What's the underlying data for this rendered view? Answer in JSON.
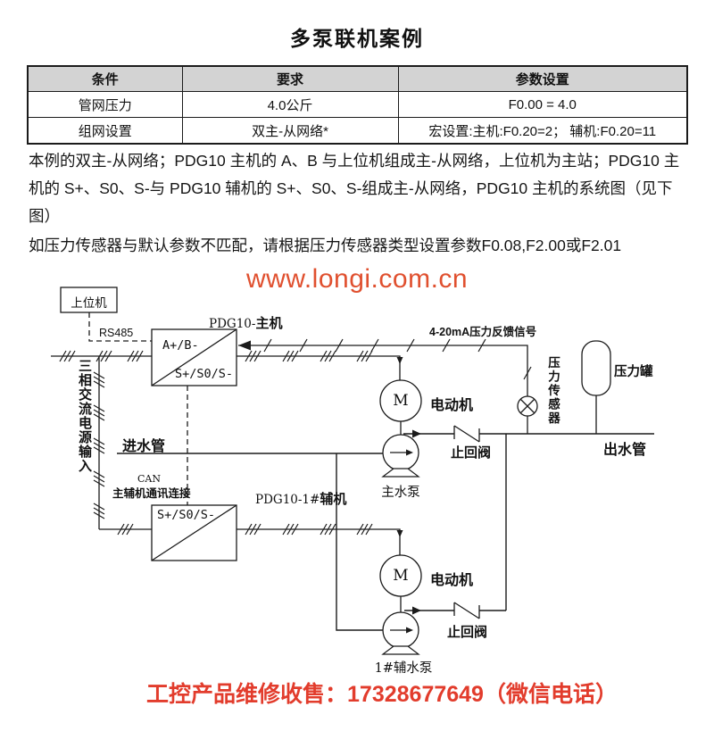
{
  "title": "多泵联机案例",
  "table": {
    "headers": [
      "条件",
      "要求",
      "参数设置"
    ],
    "rows": [
      [
        "管网压力",
        "4.0公斤",
        "F0.00 = 4.0"
      ],
      [
        "组网设置",
        "双主-从网络*",
        "宏设置:主机:F0.20=2； 辅机:F0.20=11"
      ]
    ]
  },
  "paragraphs": {
    "p1": "本例的双主-从网络；PDG10 主机的 A、B 与上位机组成主-从网络，上位机为主站；PDG10 主机的 S+、S0、S-与 PDG10 辅机的 S+、S0、S-组成主-从网络，PDG10 主机的系统图（见下图）",
    "p2": "如压力传感器与默认参数不匹配，请根据压力传感器类型设置参数F0.08,F2.00或F2.01"
  },
  "watermark": {
    "url": "www.longi.com.cn",
    "color": "#e0502f"
  },
  "footer": {
    "text": "工控产品维修收售：17328677649（微信电话）",
    "color": "#e23c2c"
  },
  "diagram": {
    "host_box": "上位机",
    "rs485": "RS485",
    "master_label_prefix": "PDG10-",
    "master_label_bold": "主机",
    "master_terminal_top": "A+/B-",
    "master_terminal_bottom": "S+/S0/S-",
    "aux_label_prefix": "PDG10-1#",
    "aux_label_bold": "辅机",
    "aux_terminal": "S+/S0/S-",
    "power_input": "三相交流电源输入",
    "feedback_signal": "4-20mA压力反馈信号",
    "can": "CAN",
    "can_link": "主辅机通讯连接",
    "inlet_pipe": "进水管",
    "outlet_pipe": "出水管",
    "motor_symbol": "M",
    "motor_label": "电动机",
    "main_pump": "主水泵",
    "aux_pump": "1#辅水泵",
    "check_valve": "止回阀",
    "pressure_sensor": "压力传感器",
    "pressure_tank": "压力罐",
    "line_color": "#1b1b1b"
  }
}
